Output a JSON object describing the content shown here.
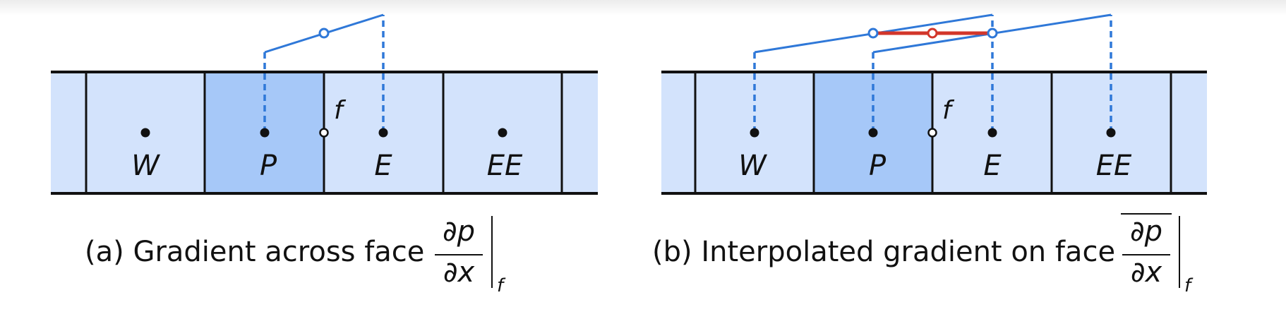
{
  "colors": {
    "cell_fill": "#d3e3fc",
    "highlight_fill": "#a6c8f8",
    "grid_line": "#111111",
    "stencil_line": "#2f78d8",
    "interp_line": "#d2362a"
  },
  "panel_a": {
    "cells": [
      "W",
      "P",
      "E",
      "EE"
    ],
    "face_label": "f",
    "caption_prefix": "(a)",
    "caption_text": "Gradient across face",
    "frac_num": "∂p",
    "frac_den": "∂x",
    "frac_sub": "f"
  },
  "panel_b": {
    "cells": [
      "W",
      "P",
      "E",
      "EE"
    ],
    "face_label": "f",
    "caption_prefix": "(b)",
    "caption_text": "Interpolated gradient on face",
    "frac_num": "∂p",
    "frac_den": "∂x",
    "frac_sub": "f"
  }
}
